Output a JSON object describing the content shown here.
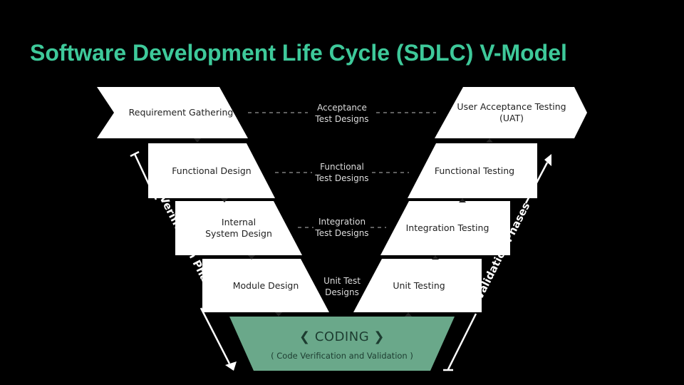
{
  "title": "Software Development Life Cycle (SDLC) V-Model",
  "verification_steps": [
    {
      "line1": "Requirement Gathering",
      "line2": ""
    },
    {
      "line1": "Functional Design",
      "line2": ""
    },
    {
      "line1": "Internal",
      "line2": "System Design"
    },
    {
      "line1": "Module Design",
      "line2": ""
    }
  ],
  "validation_steps": [
    {
      "line1": "User Acceptance Testing",
      "line2": "(UAT)"
    },
    {
      "line1": "Functional Testing",
      "line2": ""
    },
    {
      "line1": "Integration Testing",
      "line2": ""
    },
    {
      "line1": "Unit Testing",
      "line2": ""
    }
  ],
  "test_designs": [
    {
      "line1": "Acceptance",
      "line2": "Test Designs"
    },
    {
      "line1": "Functional",
      "line2": "Test Designs"
    },
    {
      "line1": "Integration",
      "line2": "Test Designs"
    },
    {
      "line1": "Unit Test",
      "line2": "Designs"
    }
  ],
  "coding": {
    "title": "CODING",
    "subtitle": "( Code Verification and Validation )"
  },
  "verification_label": "Verification Phases",
  "validation_label": "Validation Phases",
  "colors": {
    "title": "#3ec99a",
    "coding_fill": "#6aa88a",
    "box_fill": "#ffffff",
    "background": "#000000"
  }
}
